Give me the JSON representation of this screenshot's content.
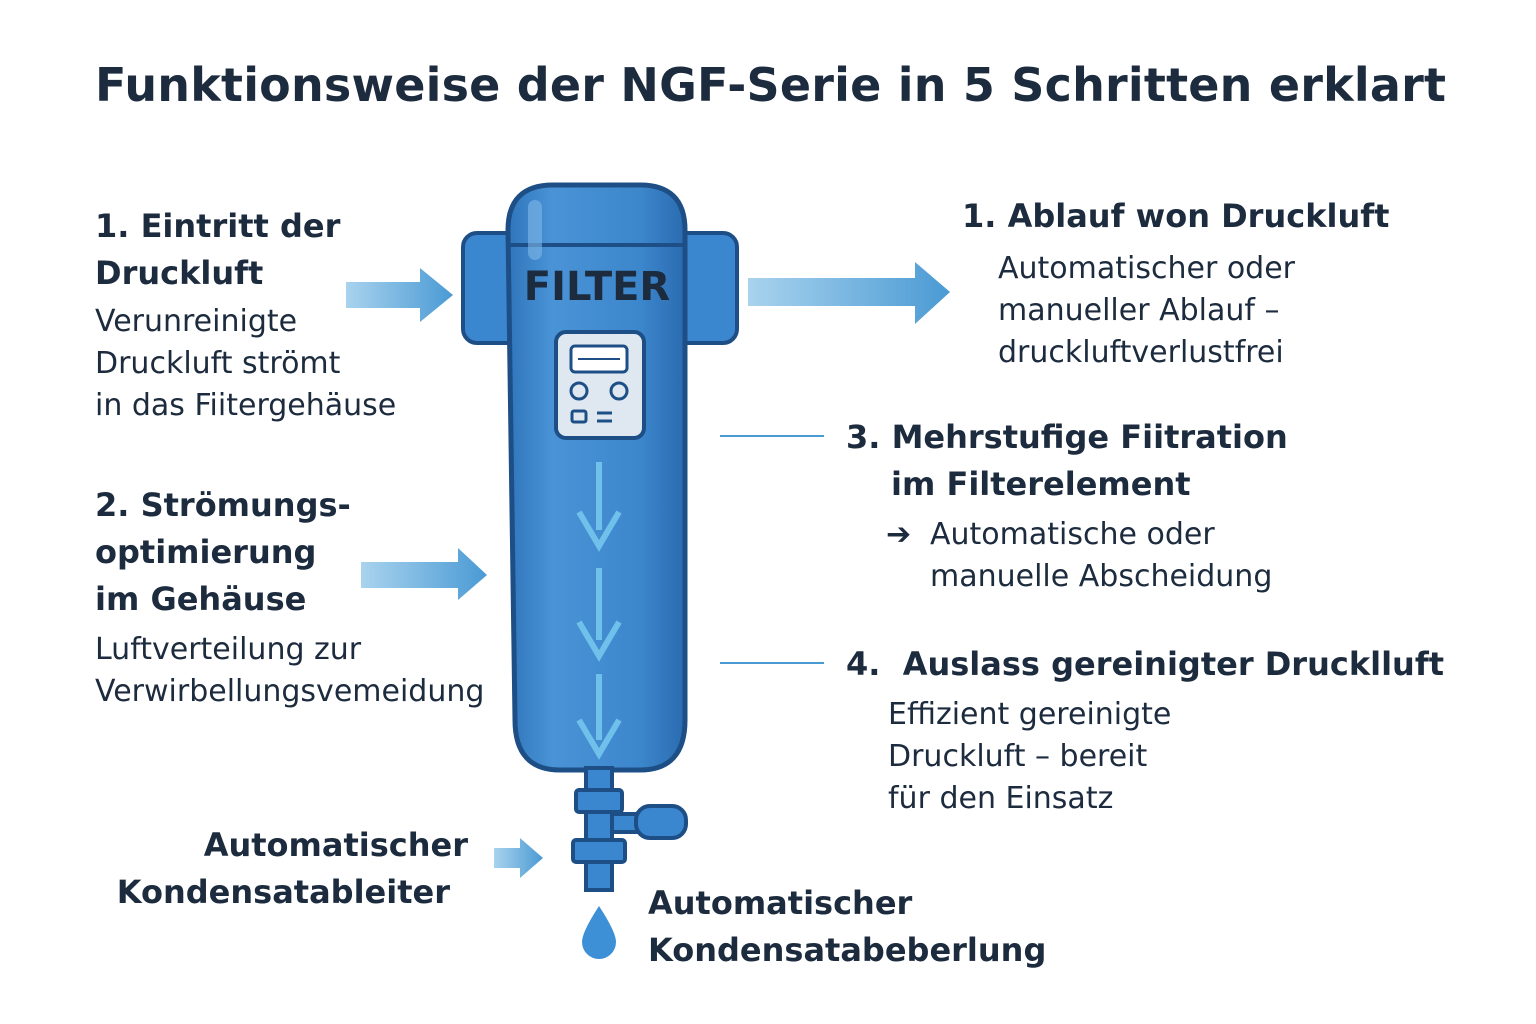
{
  "title": "Funktionsweise der NGF-Serie in 5 Schritten erklart",
  "filter_label": "FILTER",
  "steps": {
    "inlet": {
      "heading": [
        "1. Eintritt der",
        "Druckluft"
      ],
      "text": [
        "Verunreinigte",
        "Druckluft strömt",
        "in das Fiitergehäuse"
      ]
    },
    "flow": {
      "heading": [
        "2. Strömungs-",
        "optimierung",
        "im Gehäuse"
      ],
      "text": [
        "Luftverteilung  zur",
        "Verwirbellungsvemeidung"
      ]
    },
    "drain_out": {
      "heading": [
        "1. Ablauf won Druckluft"
      ],
      "text": [
        "Automatischer oder",
        "manueller Ablauf –",
        "druckluftverlustfrei"
      ]
    },
    "filtration": {
      "heading": [
        "3. Mehrstufige Fiitration",
        "im Filterelement"
      ],
      "arrow": "➔",
      "text": [
        "Automatische oder",
        "manuelle Abscheidung"
      ]
    },
    "outlet": {
      "heading": [
        "4.  Auslass gereinigter Drucklluft"
      ],
      "text": [
        "Effizient gereinigte",
        "Druckluft – bereit",
        "für den Einsatz"
      ]
    },
    "condensate_drain": {
      "heading": [
        "Automatischer",
        "Kondensatableiter"
      ]
    },
    "condensate_discharge": {
      "heading": [
        "Automatischer",
        "Kondensatabeberlung"
      ]
    }
  },
  "colors": {
    "text": "#1c2b3d",
    "filter_body": "#3c86cc",
    "filter_dark": "#1f5d9e",
    "arrow_light": "#9ccbea",
    "arrow_dark": "#4a9ad4",
    "inner_arrow": "#6fc0ea",
    "droplet": "#3d8fd6"
  },
  "icons": [
    "arrow-right-icon",
    "arrow-down-icon",
    "control-panel-icon",
    "droplet-icon",
    "valve-icon"
  ]
}
